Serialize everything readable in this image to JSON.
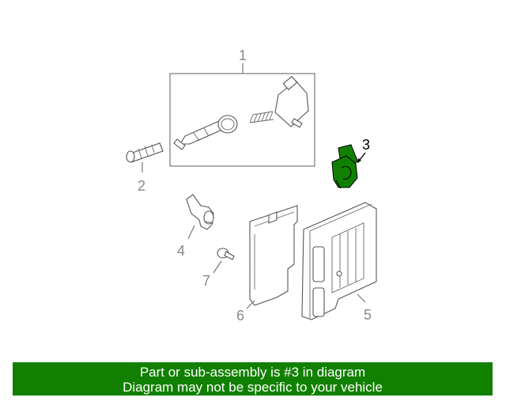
{
  "diagram": {
    "highlight_color": "#118000",
    "callouts": {
      "c1": "1",
      "c2": "2",
      "c3": "3",
      "c4": "4",
      "c5": "5",
      "c6": "6",
      "c7": "7"
    }
  },
  "banner": {
    "background": "#118000",
    "line1": "Part or sub-assembly is #3 in diagram",
    "line2": "Diagram may not be specific to your vehicle"
  }
}
